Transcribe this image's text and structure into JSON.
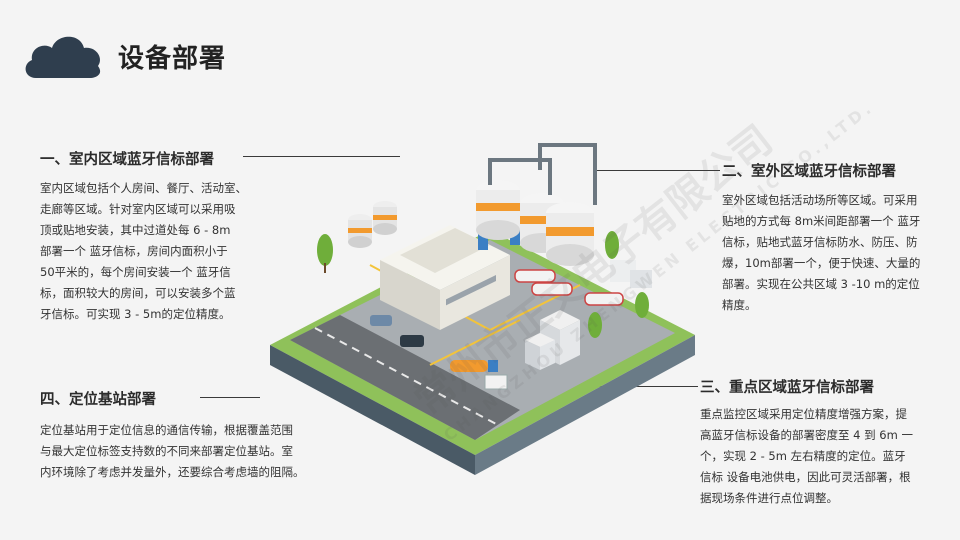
{
  "slide": {
    "title": "设备部署"
  },
  "sections": [
    {
      "title": "一、室内区域蓝牙信标部署",
      "lines": [
        "室内区域包括个人房间、餐厅、活动室、",
        "走廊等区域。针对室内区域可以采用吸",
        "顶或贴地安装，其中过道处每 6 - 8m",
        "部署一个 蓝牙信标，房间内面积小于",
        "50平米的，每个房间安装一个 蓝牙信",
        "标，面积较大的房间，可以安装多个蓝",
        "牙信标。可实现 3 - 5m的定位精度。"
      ]
    },
    {
      "title": "二、室外区域蓝牙信标部署",
      "lines": [
        "室外区域包括活动场所等区域。可采用",
        "贴地的方式每  8m米间距部署一个  蓝牙",
        "信标，贴地式蓝牙信标防水、防压、防",
        "爆，10m部署一个，便于快速、大量的",
        "部署。实现在公共区域  3 -10  m的定位",
        "精度。"
      ]
    },
    {
      "title": "三、重点区域蓝牙信标部署",
      "lines": [
        "重点监控区域采用定位精度增强方案，提",
        "高蓝牙信标设备的部署密度至  4  到 6m  一",
        "个，实现  2 - 5m  左右精度的定位。蓝牙",
        "信标  设备电池供电，因此可灵活部署，根",
        "据现场条件进行点位调整。"
      ]
    },
    {
      "title": "四、定位基站部署",
      "lines": [
        "定位基站用于定位信息的通信传输，根据覆盖范围",
        "与最大定位标签支持数的不同来部署定位基站。室",
        "内环境除了考虑并发量外，还要综合考虑墙的阻隔。"
      ]
    }
  ],
  "watermark": {
    "company_cn": "常州市正文电子有限公司",
    "company_en": "CHANGZHOU ZHENGWEN ELECTRIC CO.,LTD."
  },
  "colors": {
    "cloud": "#2f3e4e",
    "accent": "#f29a2e",
    "blue": "#3b7fc4"
  }
}
